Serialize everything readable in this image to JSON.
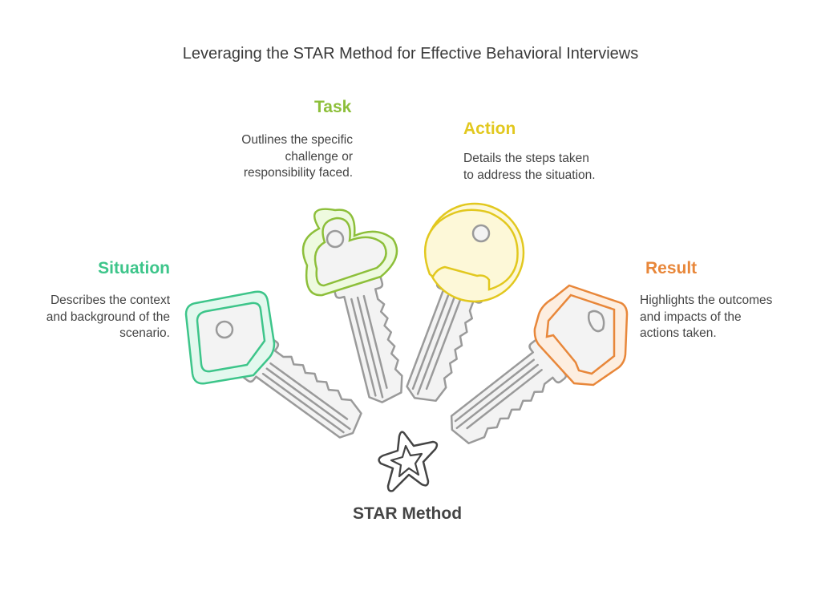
{
  "title": "Leveraging the STAR Method for Effective Behavioral Interviews",
  "center": {
    "label": "STAR Method",
    "icon": "star-icon"
  },
  "steps": [
    {
      "label": "Situation",
      "lines": [
        "Describes the context",
        "and background of the",
        "scenario."
      ],
      "color": "#3dc58a",
      "fill": "#e3f8ee",
      "icon": "square-key-icon"
    },
    {
      "label": "Task",
      "lines": [
        "Outlines the specific",
        "challenge or",
        "responsibility faced."
      ],
      "color": "#8dbf3a",
      "fill": "#eefadf",
      "icon": "cloud-key-icon"
    },
    {
      "label": "Action",
      "lines": [
        "Details the steps taken",
        "to address the situation."
      ],
      "color": "#e2c81f",
      "fill": "#fdf8d8",
      "icon": "round-key-icon"
    },
    {
      "label": "Result",
      "lines": [
        "Highlights the outcomes",
        "and impacts of the",
        "actions taken."
      ],
      "color": "#e8873a",
      "fill": "#fdeee0",
      "icon": "hexagon-key-icon"
    }
  ]
}
